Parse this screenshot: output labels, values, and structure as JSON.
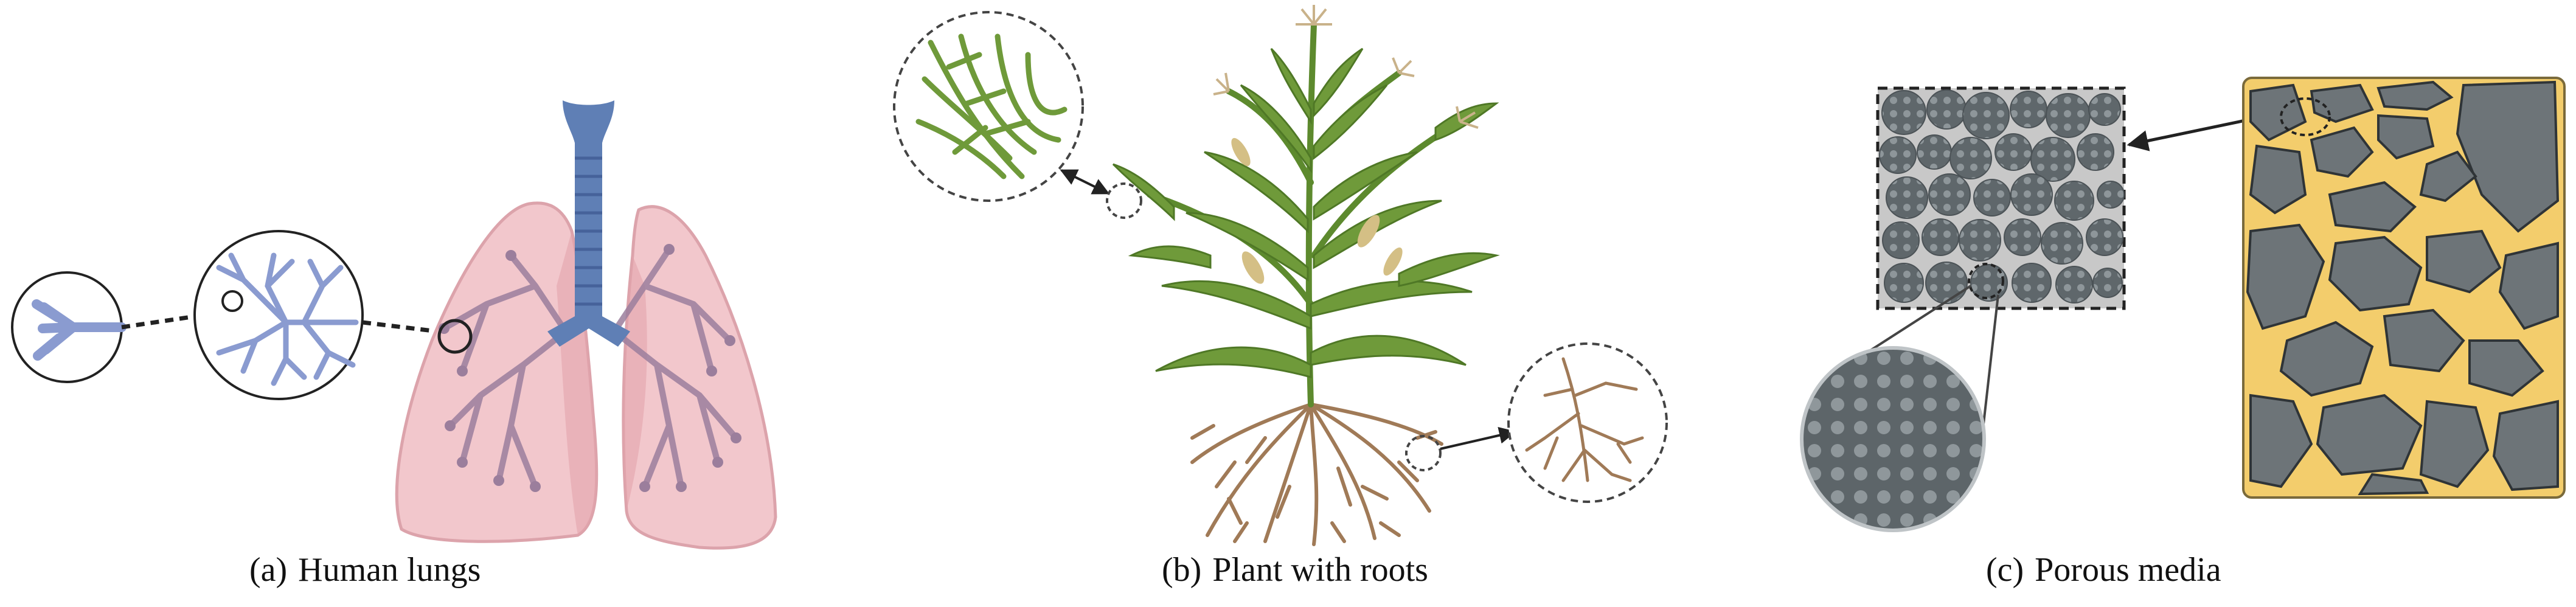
{
  "captions": [
    {
      "tag": "(a)",
      "label": "Human lungs"
    },
    {
      "tag": "(b)",
      "label": "Plant with roots"
    },
    {
      "tag": "(c)",
      "label": "Porous media"
    }
  ],
  "colors": {
    "lung_tissue": "#f2c7cc",
    "lung_shadow": "#e3a3ab",
    "airway": "#5f7fb5",
    "bronchiole": "#8a9bd0",
    "bronchial_tree": "#9b7e9c",
    "leaf": "#6f9a3a",
    "stem": "#5d8a2e",
    "root": "#a07a57",
    "grain": "#6d7478",
    "pore_fill": "#f3cd6c",
    "zoom_box_bg": "#c8c8c8"
  },
  "icons": [
    "bronchiole-zoom-icon",
    "bronchial-tree-zoom-icon",
    "leaf-zoom-icon",
    "root-zoom-icon",
    "pore-zoom-icon"
  ]
}
